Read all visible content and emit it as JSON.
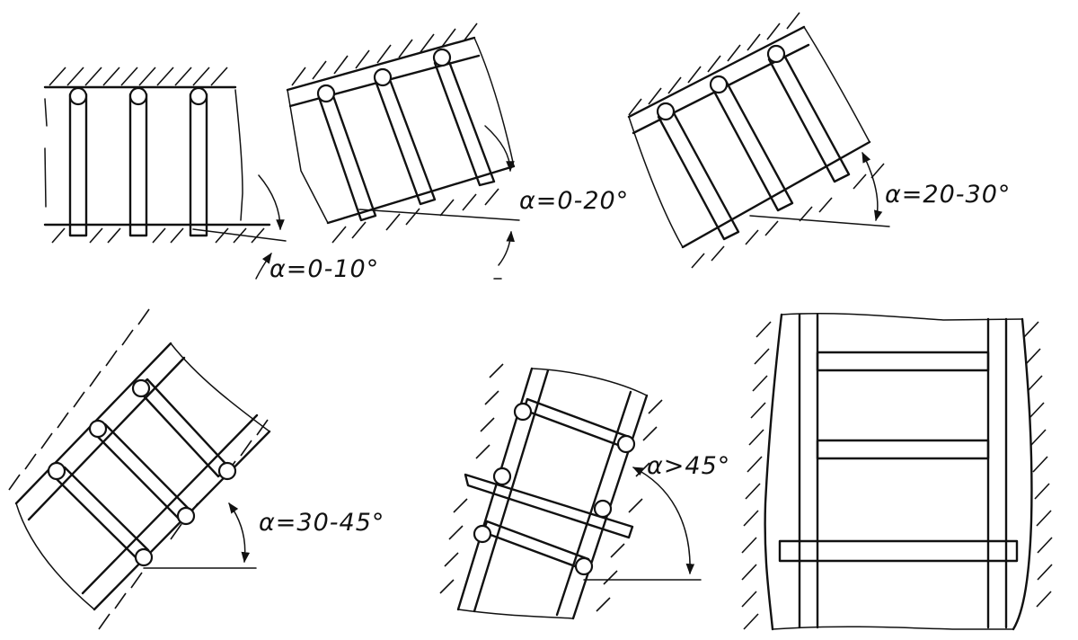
{
  "figure": {
    "panels": [
      {
        "id": "p1",
        "angle_label": "α=0-10°"
      },
      {
        "id": "p2",
        "angle_label": "α=0-20°"
      },
      {
        "id": "p3",
        "angle_label": "α=20-30°"
      },
      {
        "id": "p4",
        "angle_label": "α=30-45°"
      },
      {
        "id": "p5",
        "angle_label": "α>45°"
      },
      {
        "id": "p6",
        "angle_label": ""
      }
    ]
  }
}
